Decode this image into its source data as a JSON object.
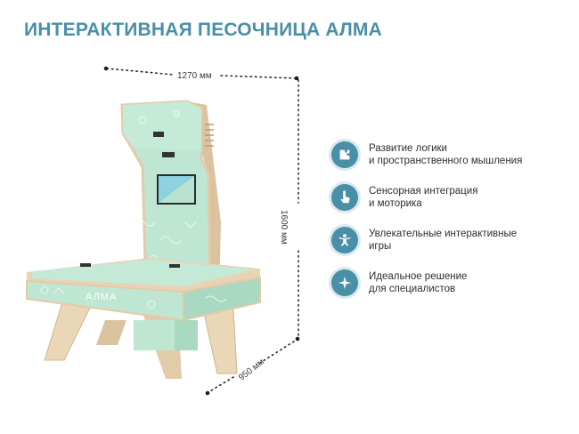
{
  "title": "ИНТЕРАКТИВНАЯ ПЕСОЧНИЦА АЛМА",
  "dimensions": {
    "width": "1270 мм",
    "height": "1600 мм",
    "depth": "950 мм"
  },
  "product_label": "АЛМА",
  "features": [
    {
      "icon": "brain-puzzle-icon",
      "line1": "Развитие логики",
      "line2": "и пространственного мышления"
    },
    {
      "icon": "finger-touch-icon",
      "line1": "Сенсорная интеграция",
      "line2": "и моторика"
    },
    {
      "icon": "child-play-icon",
      "line1": "Увлекательные интерактивные",
      "line2": "игры"
    },
    {
      "icon": "sparkle-icon",
      "line1": "Идеальное решение",
      "line2": "для специалистов"
    }
  ],
  "colors": {
    "accent": "#4a8fa8",
    "mint": "#bfe6d2",
    "wood": "#e8d3b4"
  }
}
